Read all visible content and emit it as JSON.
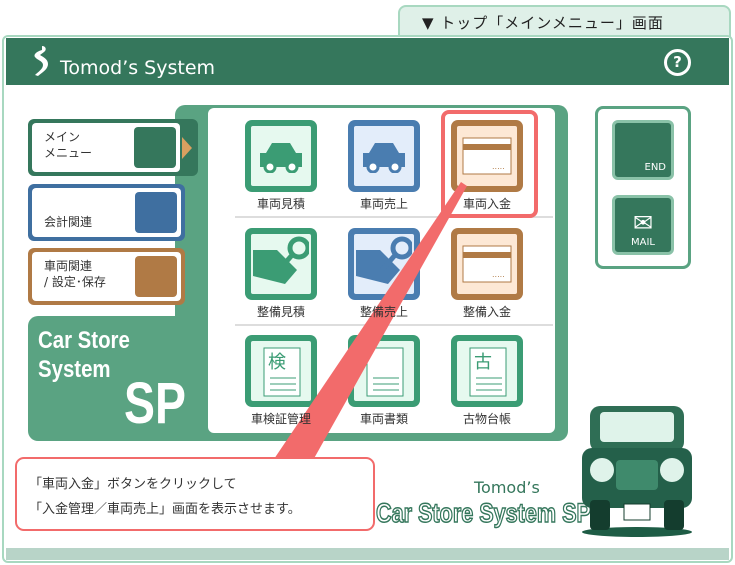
{
  "top_tab": "▼ トップ「メインメニュー」画面",
  "header": {
    "title": "Tomod’s System",
    "help_icon": "question-circle-icon"
  },
  "left_menu": [
    {
      "label_lines": [
        "メイン",
        "メニュー"
      ],
      "color": "#35775c",
      "icon": "car-front-icon",
      "active": true
    },
    {
      "label_lines": [
        "",
        "会計関連"
      ],
      "color": "#3f6fa0",
      "icon": "calculator-icon"
    },
    {
      "label_lines": [
        "車両関連",
        "/ 設定･保存"
      ],
      "color": "#b07a45",
      "icon": "car-document-icon"
    }
  ],
  "brand": {
    "line1": "Car Store",
    "line2": "System",
    "sp": "SP"
  },
  "grid": [
    {
      "label": "車両見積",
      "color": "#3b9c74",
      "icon": "car-icon"
    },
    {
      "label": "車両売上",
      "color": "#4a7db0",
      "icon": "car-icon"
    },
    {
      "label": "車両入金",
      "color": "#b07a45",
      "icon": "card-icon",
      "highlighted": true
    },
    {
      "label": "整備見積",
      "color": "#3b9c74",
      "icon": "wrench-hand-icon"
    },
    {
      "label": "整備売上",
      "color": "#4a7db0",
      "icon": "wrench-hand-icon"
    },
    {
      "label": "整備入金",
      "color": "#b07a45",
      "icon": "card-icon"
    },
    {
      "label": "車検証管理",
      "color": "#3b9c74",
      "icon": "document-icon",
      "glyph": "検"
    },
    {
      "label": "車両書類",
      "color": "#3b9c74",
      "icon": "document-icon",
      "glyph": ""
    },
    {
      "label": "古物台帳",
      "color": "#3b9c74",
      "icon": "document-icon",
      "glyph": "古"
    }
  ],
  "right_buttons": [
    {
      "label": "END",
      "icon": "gecko-icon"
    },
    {
      "label": "MAIL",
      "icon": "envelope-icon"
    }
  ],
  "callout": {
    "line1": "「車両入金」ボタンをクリックして",
    "line2": "「入金管理／車両売上」画面を表示させます。",
    "color": "#f26b6b"
  },
  "footer_brand": {
    "line1": "Tomod’s",
    "line2": "Car Store System SP"
  }
}
